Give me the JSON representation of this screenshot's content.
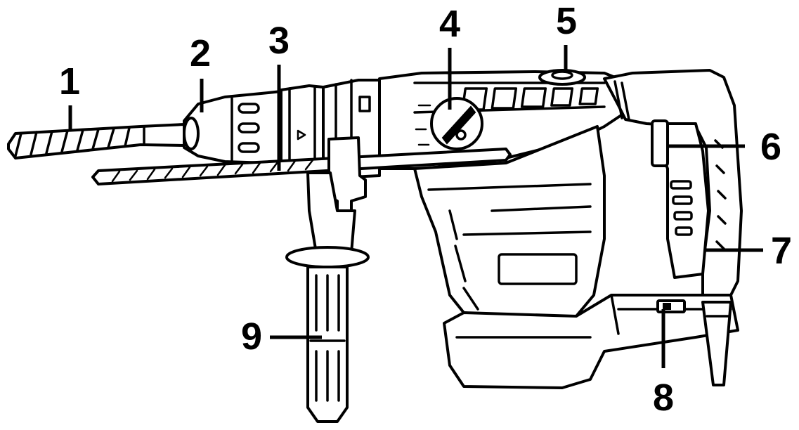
{
  "callouts": [
    {
      "num": "1"
    },
    {
      "num": "2"
    },
    {
      "num": "3"
    },
    {
      "num": "4"
    },
    {
      "num": "5"
    },
    {
      "num": "6"
    },
    {
      "num": "7"
    },
    {
      "num": "8"
    },
    {
      "num": "9"
    }
  ],
  "colors": {
    "ink": "#000000",
    "paper": "#ffffff"
  }
}
